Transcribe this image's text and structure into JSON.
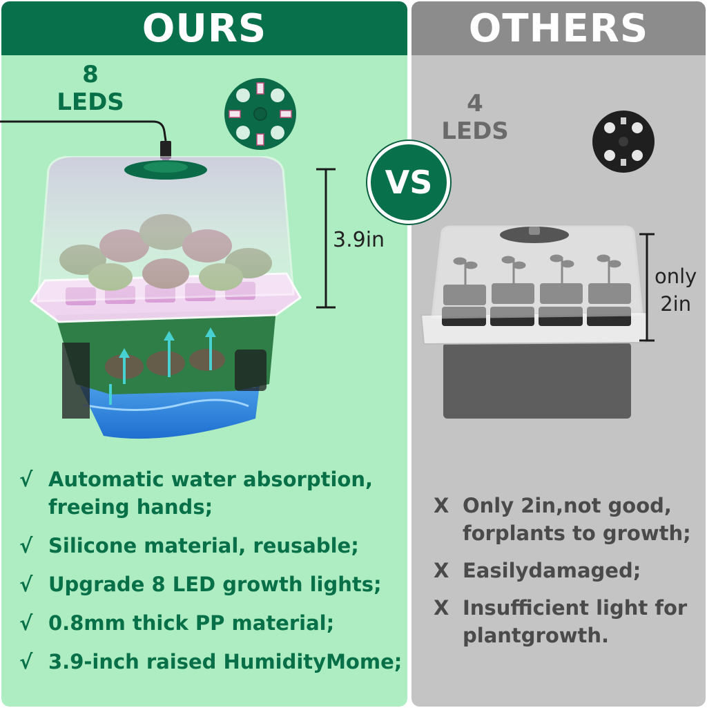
{
  "vs_label": "VS",
  "ours": {
    "title": "OURS",
    "led_number": "8",
    "led_label": "LEDS",
    "dome_height": "3.9in",
    "features": [
      {
        "mark": "√",
        "lines": [
          "Automatic water absorption,",
          "freeing hands;"
        ]
      },
      {
        "mark": "√",
        "lines": [
          "Silicone material, reusable;"
        ]
      },
      {
        "mark": "√",
        "lines": [
          "Upgrade 8 LED growth lights;"
        ]
      },
      {
        "mark": "√",
        "lines": [
          "0.8mm thick PP material;"
        ]
      },
      {
        "mark": "√",
        "lines": [
          "3.9-inch raised HumidityMome;"
        ]
      }
    ]
  },
  "others": {
    "title": "OTHERS",
    "led_number": "4",
    "led_label": "LEDS",
    "dome_height_line1": "only",
    "dome_height_line2": "2in",
    "features": [
      {
        "mark": "X",
        "lines": [
          "Only 2in,not good,",
          "forplants to growth;"
        ]
      },
      {
        "mark": "X",
        "lines": [
          "Easilydamaged;"
        ]
      },
      {
        "mark": "X",
        "lines": [
          "Insufficient light for",
          "plantgrowth."
        ]
      }
    ]
  },
  "colors": {
    "brand_green": "#08704a",
    "ours_bg": "#aeecc2",
    "others_bg": "#c4c4c4",
    "others_header": "#8c8c8c"
  },
  "icons": [
    "usb-cable-icon",
    "led-disc-8-icon",
    "led-disc-4-icon",
    "seed-tray-ours-image",
    "seed-tray-others-image",
    "height-bracket-icon",
    "check-mark-icon",
    "x-mark-icon"
  ]
}
